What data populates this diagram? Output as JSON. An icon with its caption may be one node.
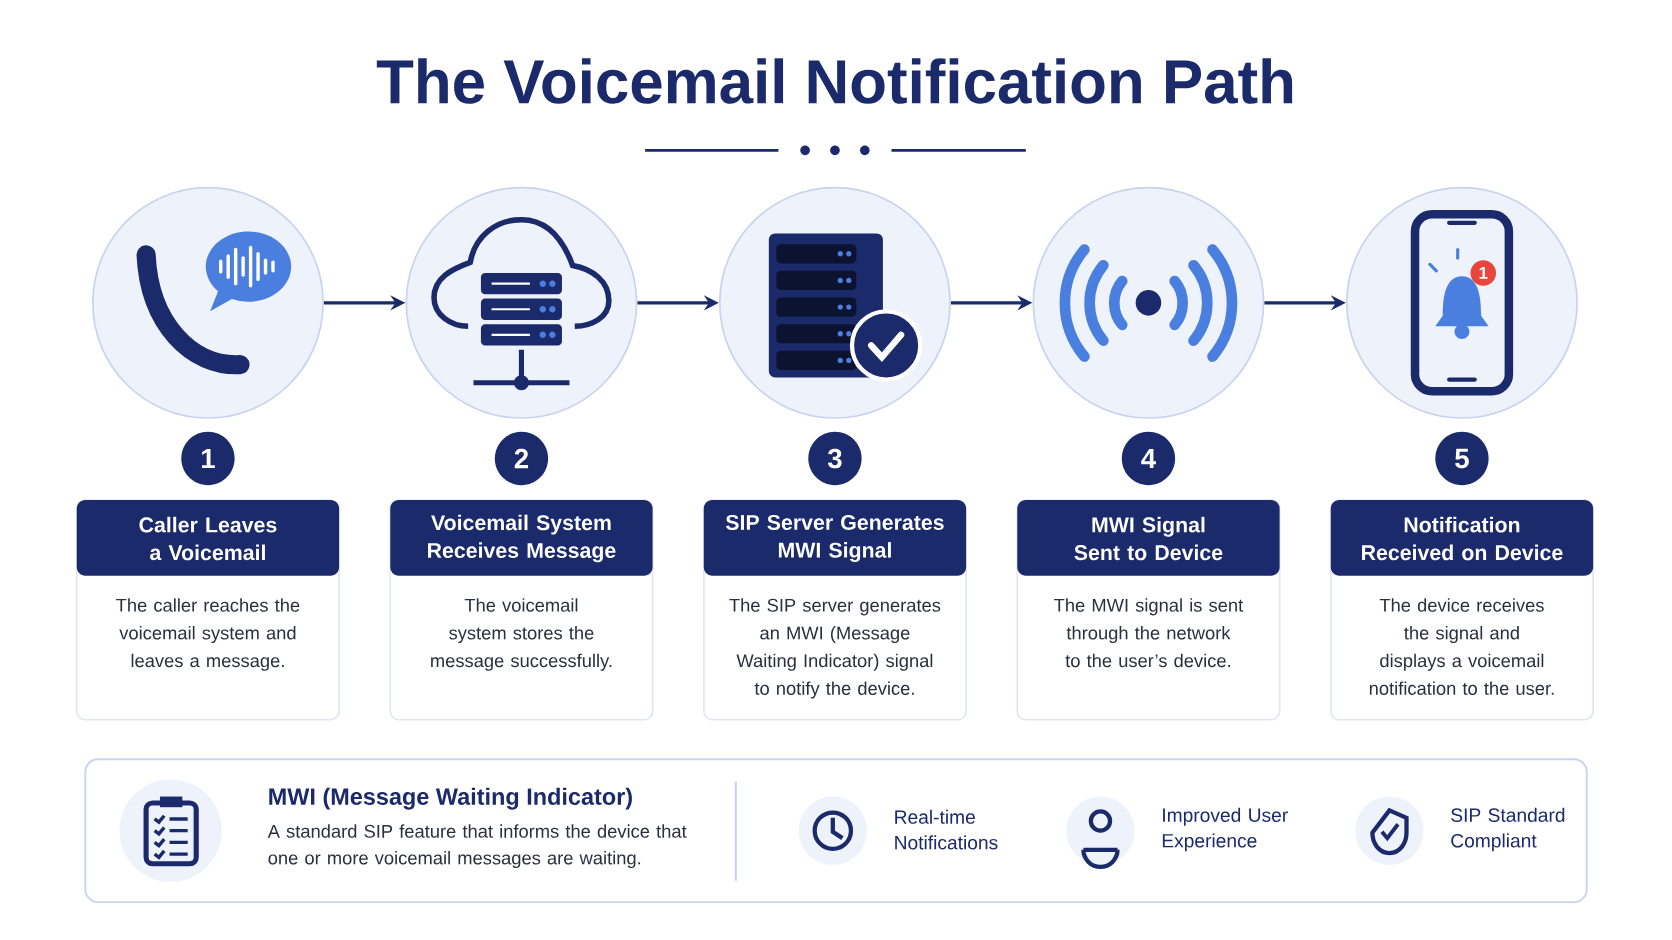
{
  "diagram": {
    "title": "The Voicemail Notification Path",
    "nodes": [
      {
        "text": [],
        "shape": "circle"
      },
      {
        "text": [],
        "shape": "circle"
      },
      {
        "text": [],
        "shape": "circle"
      },
      {
        "text": [],
        "shape": "circle"
      },
      {
        "text": [],
        "shape": "circle"
      },
      {
        "text": [
          "1"
        ]
      },
      {
        "text": [
          "2"
        ]
      },
      {
        "text": [
          "3"
        ]
      },
      {
        "text": [
          "4"
        ]
      },
      {
        "text": [
          "5"
        ]
      },
      {
        "text": [
          "Caller Leaves a Voicemail",
          "The caller reaches the voicemail system and leaves a message."
        ]
      },
      {
        "text": [
          "Voicemail System Receives Message",
          "The voicemail system stores the message successfully."
        ]
      },
      {
        "text": [
          "SIP Server Generates MWI Signal",
          "The SIP server generates an MWI (Message Waiting Indicator) signal to notify the device."
        ]
      },
      {
        "text": [
          "MWI Signal Sent to Device",
          "The MWI signal is sent through the network to the user’s device."
        ]
      },
      {
        "text": [
          "Notification Received on Device",
          "The device receives the signal and displays a voicemail notification to the user."
        ]
      },
      {
        "text": [
          "MWI (Message Waiting Indicator)",
          "A standard SIP feature that informs the device that one or more voicemail messages are waiting."
        ]
      }
    ],
    "edges": [
      {
        "from": 0,
        "to": 1,
        "arrow": "to"
      },
      {
        "from": 1,
        "to": 2,
        "arrow": "to"
      },
      {
        "from": 2,
        "to": 3,
        "arrow": "to"
      },
      {
        "from": 3,
        "to": 4,
        "arrow": "to"
      }
    ],
    "labels": [
      "1",
      "Real-time Notifications",
      "Improved User Experience",
      "SIP Standard Compliant"
    ]
  }
}
